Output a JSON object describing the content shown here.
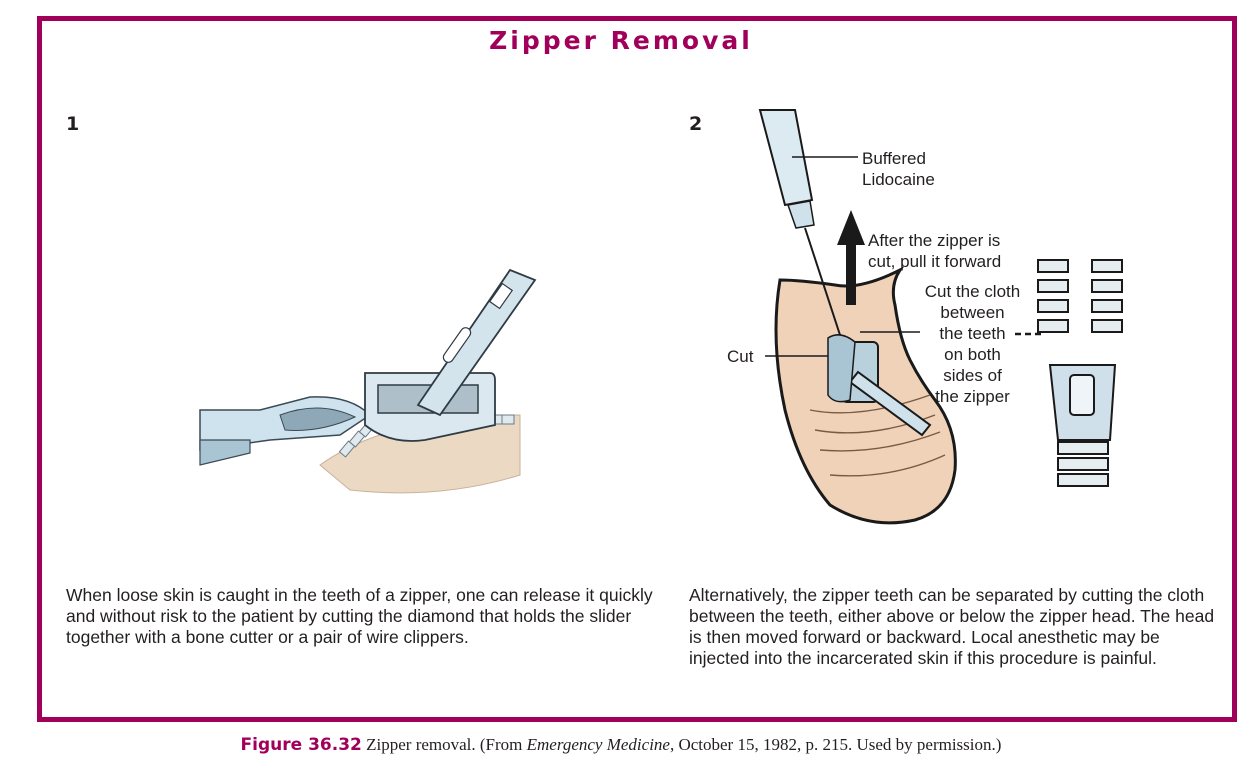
{
  "figure": {
    "title": "Zipper Removal",
    "border_color": "#a0005a",
    "panels": [
      {
        "number": "1",
        "illustration": "bone-cutter-cutting-zipper-slider",
        "description": "When loose skin is caught in the teeth of a zipper, one can release it quickly and without risk to the patient by cutting the diamond that holds the slider together with a bone cutter or a pair of wire clippers."
      },
      {
        "number": "2",
        "illustration": "lidocaine-injection-and-cutting-zipper-cloth",
        "labels": {
          "lidocaine": "Buffered\nLidocaine",
          "pull": "After the zipper is\ncut, pull it forward",
          "cut_cloth": "Cut the cloth\nbetween\nthe teeth\non both\nsides of\nthe zipper",
          "cut": "Cut"
        },
        "description": "Alternatively, the zipper teeth can be separated by cutting the cloth between the teeth, either above or below the zipper head. The head is then moved forward or backward. Local anesthetic may be injected into the incarcerated skin if this procedure is painful."
      }
    ]
  },
  "caption": {
    "figure_label": "Figure 36.32",
    "text_before": "Zipper removal. (From ",
    "source": "Emergency Medicine",
    "text_after": ", October 15, 1982, p. 215. Used by permission.)"
  }
}
